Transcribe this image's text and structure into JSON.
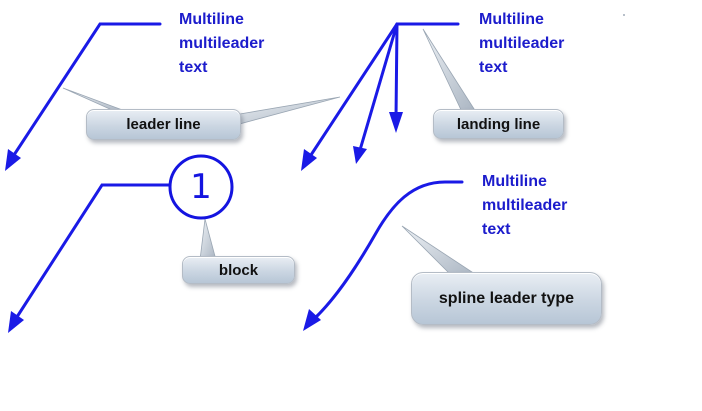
{
  "multileader_texts": [
    {
      "id": "top-left",
      "lines": [
        "Multiline",
        "multileader",
        "text"
      ]
    },
    {
      "id": "top-right",
      "lines": [
        "Multiline",
        "multileader",
        "text"
      ]
    },
    {
      "id": "bottom-right",
      "lines": [
        "Multiline",
        "multileader",
        "text"
      ]
    }
  ],
  "callouts": {
    "leader_line": "leader line",
    "landing_line": "landing line",
    "block": "block",
    "spline_leader_type": "spline leader type"
  },
  "block_number": "1",
  "colors": {
    "leader": "#1a1ae6",
    "text": "#1c1ccc",
    "callout_fill": "#cbd6e2",
    "callout_pointer": "#aab5c2"
  }
}
